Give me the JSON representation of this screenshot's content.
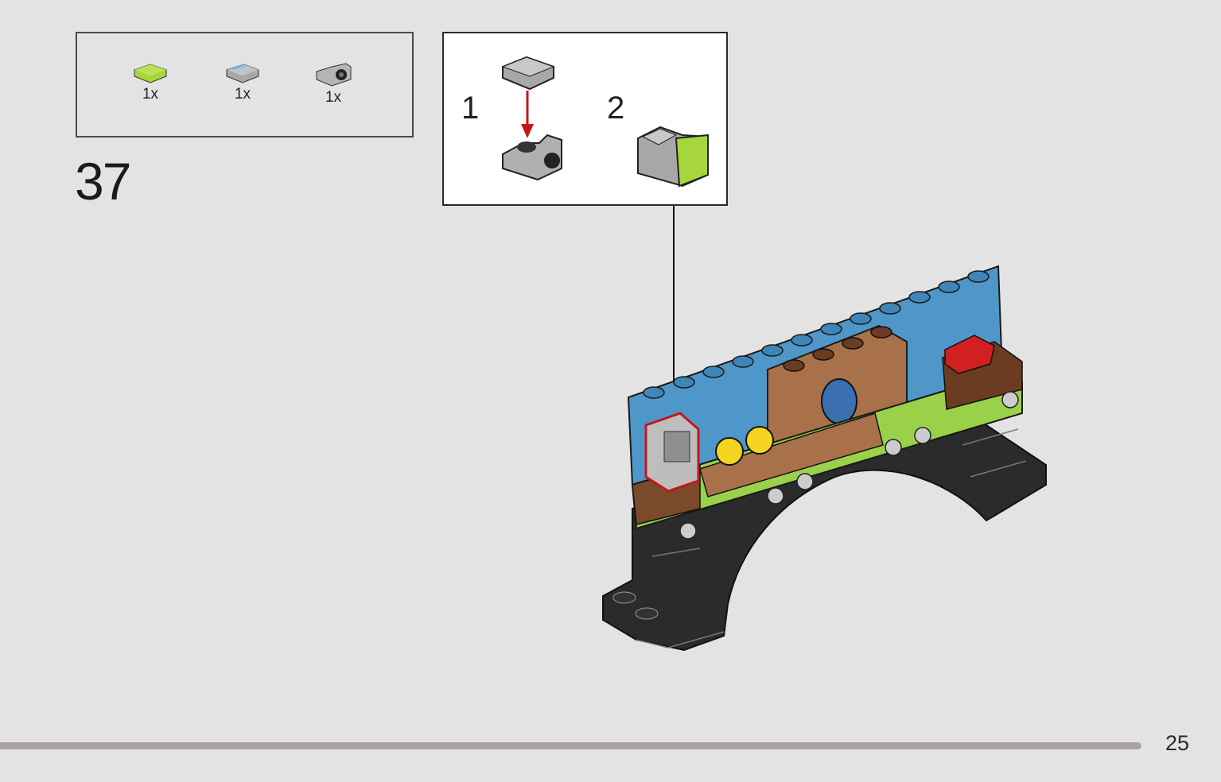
{
  "parts_list": [
    {
      "part": "lime-green-tile-1x1",
      "quantity": "1x"
    },
    {
      "part": "gray-printed-keypad-tile",
      "quantity": "1x"
    },
    {
      "part": "gray-bracket-with-round-stud",
      "quantity": "1x"
    }
  ],
  "step_number": "37",
  "sub_steps": [
    {
      "number": "1"
    },
    {
      "number": "2"
    }
  ],
  "page_number": "25",
  "progress_fraction": 0.935,
  "colors": {
    "background": "#e3e3e3",
    "arrow": "#c4161c",
    "progress": "#aaa3a0",
    "highlight": "#c4161c"
  }
}
